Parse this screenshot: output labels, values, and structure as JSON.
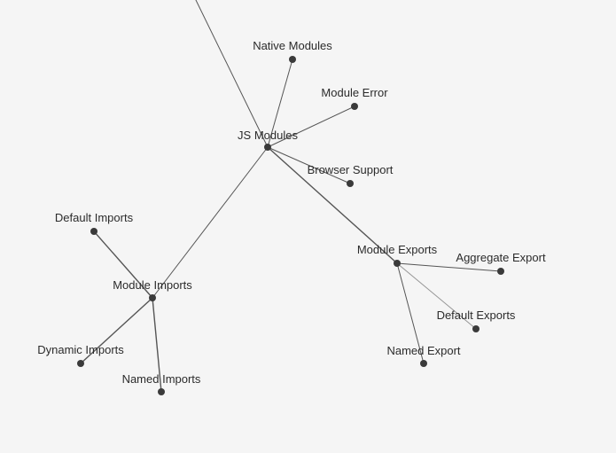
{
  "graph": {
    "colors": {
      "background": "#f5f5f5",
      "edge": "#555555",
      "node": "#3a3a3a",
      "label": "#2b2b2b"
    },
    "nodes": [
      {
        "id": "js-modules",
        "label": "JS Modules"
      },
      {
        "id": "native-modules",
        "label": "Native Modules"
      },
      {
        "id": "module-error",
        "label": "Module Error"
      },
      {
        "id": "browser-support",
        "label": "Browser Support"
      },
      {
        "id": "module-exports",
        "label": "Module Exports"
      },
      {
        "id": "aggregate-export",
        "label": "Aggregate Export"
      },
      {
        "id": "default-exports",
        "label": "Default Exports"
      },
      {
        "id": "named-export",
        "label": "Named Export"
      },
      {
        "id": "module-imports",
        "label": "Module Imports"
      },
      {
        "id": "default-imports",
        "label": "Default Imports"
      },
      {
        "id": "dynamic-imports",
        "label": "Dynamic Imports"
      },
      {
        "id": "named-imports",
        "label": "Named Imports"
      }
    ],
    "edges": [
      {
        "from": "js-modules",
        "to": "native-modules"
      },
      {
        "from": "js-modules",
        "to": "module-error"
      },
      {
        "from": "js-modules",
        "to": "browser-support"
      },
      {
        "from": "js-modules",
        "to": "module-exports"
      },
      {
        "from": "js-modules",
        "to": "module-imports"
      },
      {
        "from": "module-exports",
        "to": "aggregate-export"
      },
      {
        "from": "module-exports",
        "to": "default-exports"
      },
      {
        "from": "module-exports",
        "to": "named-export"
      },
      {
        "from": "module-imports",
        "to": "default-imports"
      },
      {
        "from": "module-imports",
        "to": "dynamic-imports"
      },
      {
        "from": "module-imports",
        "to": "named-imports"
      }
    ]
  }
}
